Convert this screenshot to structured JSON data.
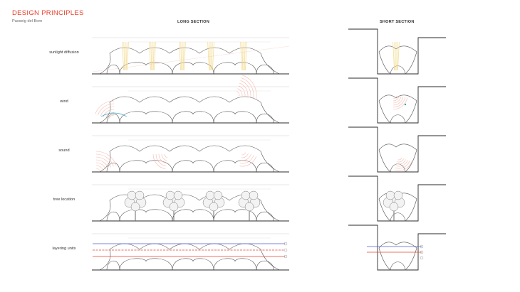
{
  "header": {
    "title": "DESIGN PRINCIPLES",
    "subtitle": "Passeig del Born"
  },
  "columns": {
    "long": "LONG SECTION",
    "short": "SHORT SECTION"
  },
  "rows": [
    {
      "id": "sunlight",
      "label": "sunlight diffusion"
    },
    {
      "id": "wind",
      "label": "wind"
    },
    {
      "id": "sound",
      "label": "sound"
    },
    {
      "id": "trees",
      "label": "tree location"
    },
    {
      "id": "layers",
      "label": "layering units"
    }
  ],
  "colors": {
    "accent": "#e8402c",
    "line": "#2a2a2a",
    "canopy": "#555555",
    "sun": "#f3d98a",
    "wind": "#2fa6c8",
    "sound": "#f2a99c",
    "layer_blue": "#4c5fd0",
    "layer_red": "#e8402c"
  }
}
